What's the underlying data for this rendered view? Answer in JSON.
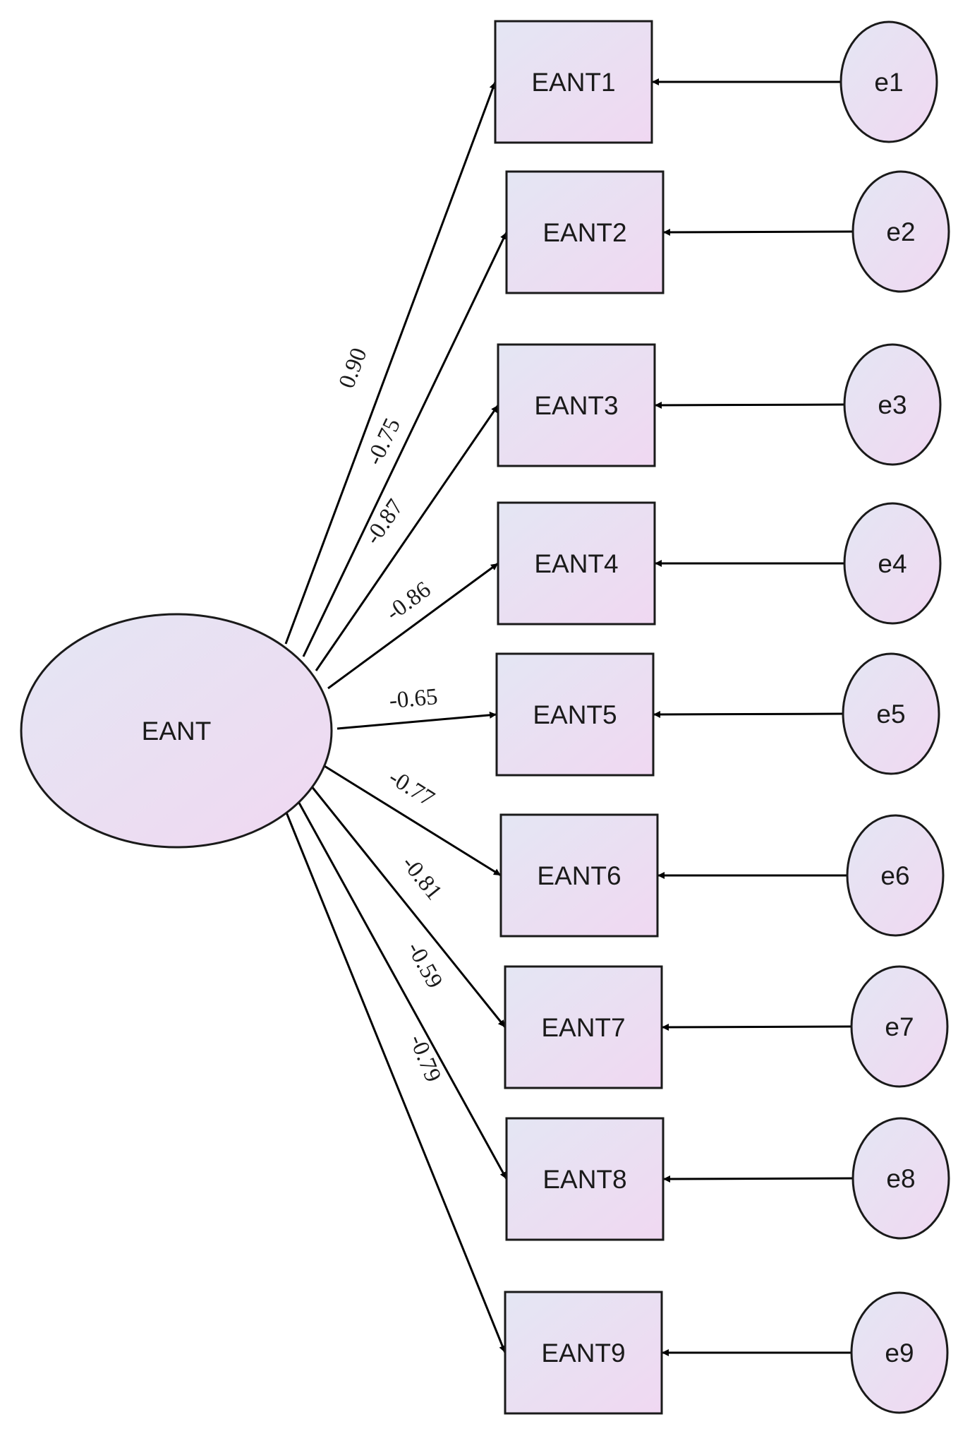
{
  "latent": {
    "label": "EANT"
  },
  "indicators": [
    {
      "label": "EANT1",
      "error": "e1",
      "loading": "0.90"
    },
    {
      "label": "EANT2",
      "error": "e2",
      "loading": "-0.75"
    },
    {
      "label": "EANT3",
      "error": "e3",
      "loading": "-0.87"
    },
    {
      "label": "EANT4",
      "error": "e4",
      "loading": "-0.86"
    },
    {
      "label": "EANT5",
      "error": "e5",
      "loading": "-0.65"
    },
    {
      "label": "EANT6",
      "error": "e6",
      "loading": "-0.77"
    },
    {
      "label": "EANT7",
      "error": "e7",
      "loading": "-0.81"
    },
    {
      "label": "EANT8",
      "error": "e8",
      "loading": "-0.59"
    },
    {
      "label": "EANT9",
      "error": "e9",
      "loading": "-0.79"
    }
  ],
  "colors": {
    "fill_start": "#e4e6f3",
    "fill_end": "#f0d8f2",
    "stroke": "#1a1a1a",
    "arrow": "#000000"
  }
}
